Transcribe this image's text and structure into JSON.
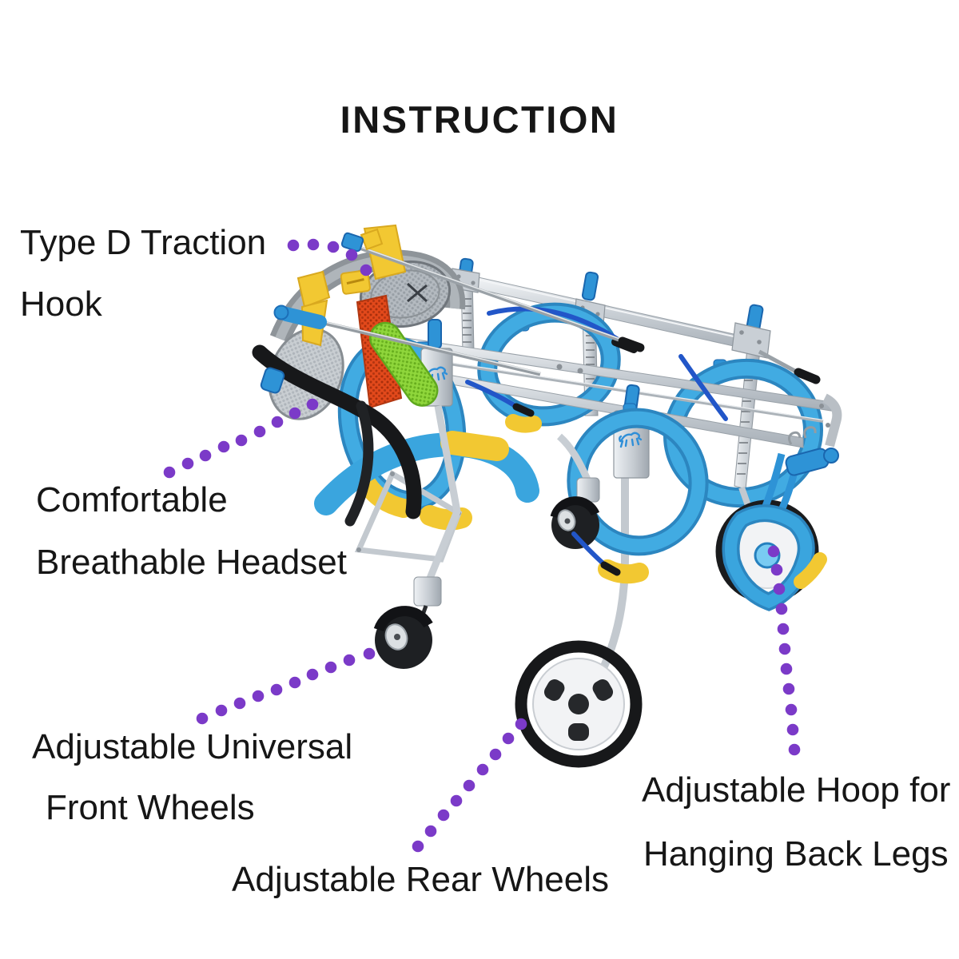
{
  "title": "INSTRUCTION",
  "labels": {
    "traction_hook": {
      "line1": "Type D Traction",
      "line2": "Hook"
    },
    "headset": {
      "line1": "Comfortable",
      "line2": "Breathable Headset"
    },
    "front_wheels": {
      "line1": "Adjustable Universal",
      "line2": "Front Wheels"
    },
    "rear_wheels": {
      "line1": "Adjustable Rear Wheels"
    },
    "hoop": {
      "line1": "Adjustable Hoop for",
      "line2": "Hanging Back Legs"
    }
  },
  "colors": {
    "dot_purple": "#7B3AC8",
    "text_black": "#161616",
    "frame_silver": "#C9CFD5",
    "pad_blue": "#3AA5DE",
    "clamp_blue": "#2E93D6",
    "cord_blue": "#2256C8",
    "accent_yellow": "#F2C832",
    "harness_gray": "#9BA1A7",
    "mesh_orange": "#E2491B",
    "mesh_green": "#8FD63B",
    "tire_black": "#1A1B1D",
    "hub_white": "#F2F3F5"
  }
}
